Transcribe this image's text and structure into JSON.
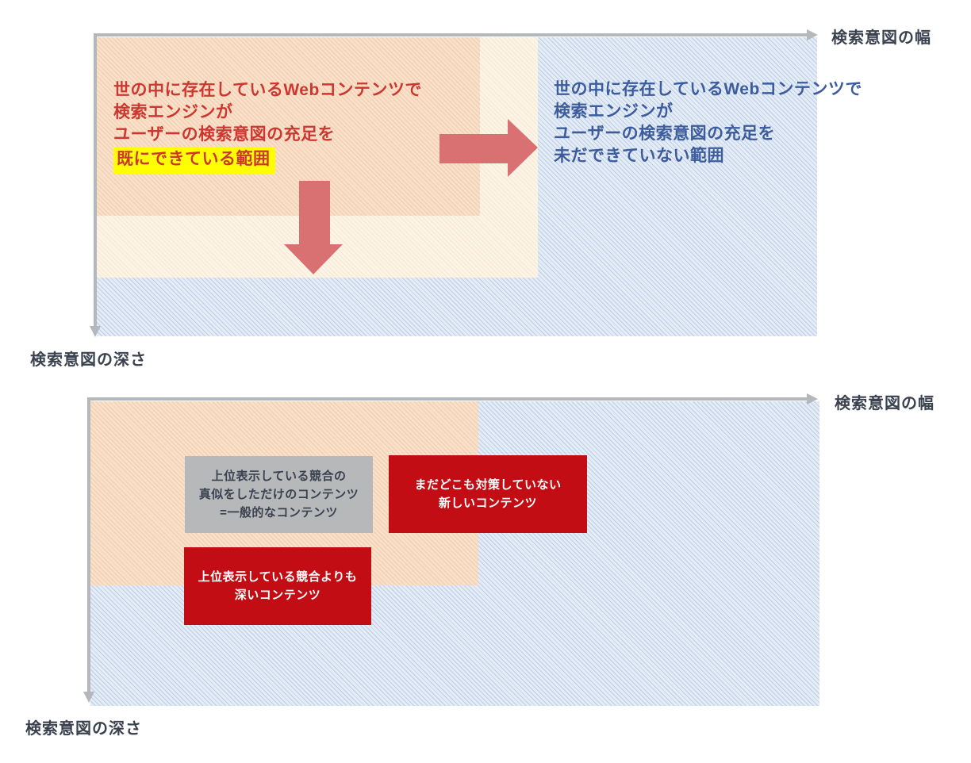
{
  "colors": {
    "axis": "#b4b7bb",
    "axis_label": "#3a4250",
    "blue_base": "#e4ecf6",
    "blue_line": "#bccde6",
    "orange_base": "#f8e0ca",
    "orange_line": "#f0cdaa",
    "cream_base": "#fdf4e8",
    "cream_line": "#f6e6d0",
    "red_text": "#cc3831",
    "blue_text": "#3d5c9e",
    "highlight": "#ffff00",
    "big_arrow": "#d97173",
    "red_box": "#c20d14",
    "gray_box": "#b6b8ba",
    "gray_box_text": "#3a4250",
    "white_text": "#ffffff"
  },
  "top_diagram": {
    "x_axis_label": "検索意図の幅",
    "y_axis_label": "検索意図の深さ",
    "covered_block": {
      "lines": "世の中に存在しているWebコンテンツで\n検索エンジンが\nユーザーの検索意図の充足を",
      "highlighted_line": "既にできている範囲"
    },
    "uncovered_block": {
      "lines": "世の中に存在しているWebコンテンツで\n検索エンジンが\nユーザーの検索意図の充足を\n未だできていない範囲"
    }
  },
  "bottom_diagram": {
    "x_axis_label": "検索意図の幅",
    "y_axis_label": "検索意図の深さ",
    "generic_content_box": "上位表示している競合の\n真似をしただけのコンテンツ\n=一般的なコンテンツ",
    "new_content_box": "まだどこも対策していない\n新しいコンテンツ",
    "deep_content_box": "上位表示している競合よりも\n深いコンテンツ"
  }
}
